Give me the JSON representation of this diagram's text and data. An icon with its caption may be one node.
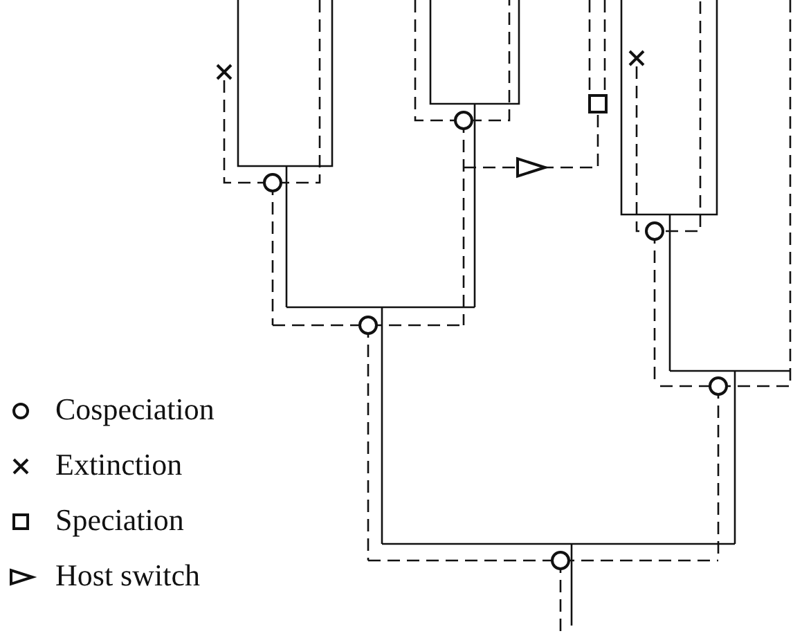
{
  "diagram": {
    "legend": [
      {
        "text": "Cospeciation"
      },
      {
        "text": "Extinction"
      },
      {
        "text": "Speciation"
      },
      {
        "text": "Host switch"
      }
    ]
  }
}
